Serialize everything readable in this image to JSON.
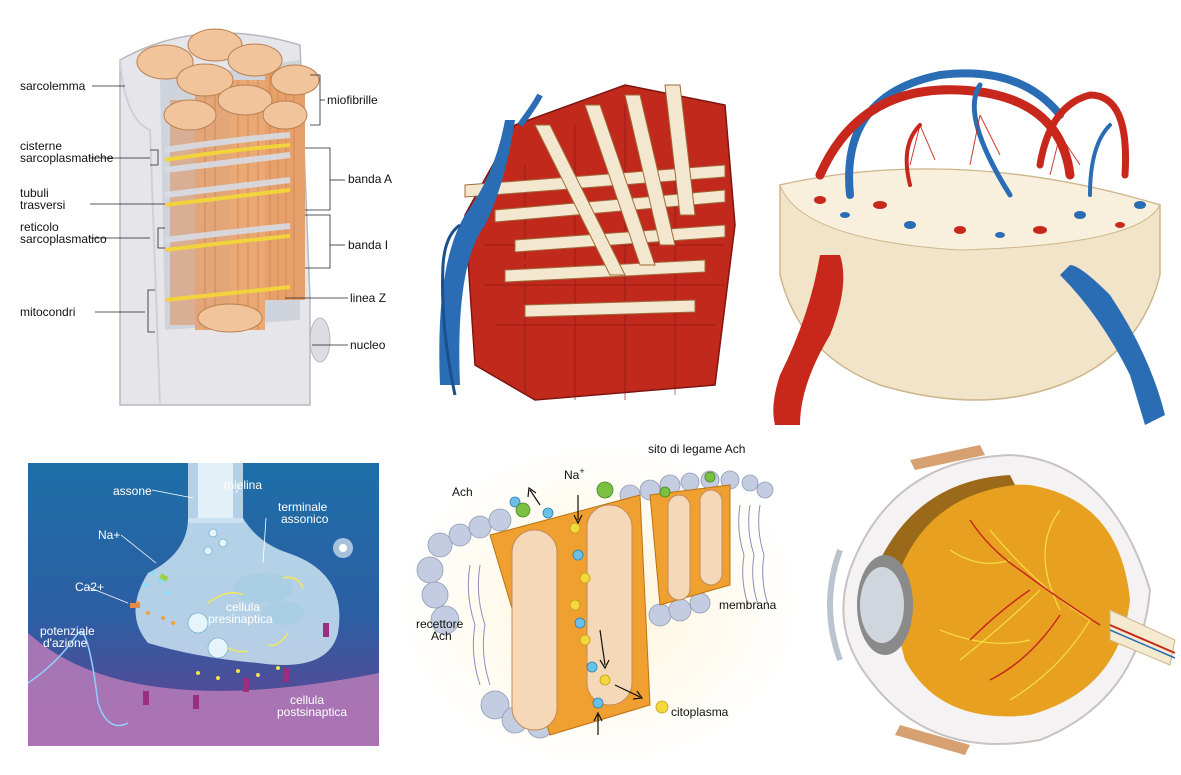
{
  "muscle_fiber": {
    "labels": {
      "sarcolemma": "sarcolemma",
      "miofibrille": "miofibrille",
      "cisterne_1": "cisterne",
      "cisterne_2": "sarcoplasmatiche",
      "tubuli_1": "tubuli",
      "tubuli_2": "trasversi",
      "reticolo_1": "reticolo",
      "reticolo_2": "sarcoplasmatico",
      "banda_a": "banda A",
      "banda_i": "banda I",
      "linea_z": "linea Z",
      "mitocondri": "mitocondri",
      "nucleo": "nucleo"
    }
  },
  "synapse": {
    "labels": {
      "assone": "assone",
      "mielina": "mielina",
      "terminale_1": "terminale",
      "terminale_2": "assonico",
      "na": "Na+",
      "ca": "Ca2+",
      "cellula_pre_1": "cellula",
      "cellula_pre_2": "presinaptica",
      "potenziale_1": "potenziale",
      "potenziale_2": "d'azione",
      "cellula_post_1": "cellula",
      "cellula_post_2": "postsinaptica"
    }
  },
  "receptor": {
    "labels": {
      "sito": "sito di legame Ach",
      "na_sym": "Na",
      "na_sup": "+",
      "ach": "Ach",
      "membrana": "membrana",
      "recettore_1": "recettore",
      "recettore_2": "Ach",
      "citoplasma": "citoplasma"
    }
  },
  "colors": {
    "muscle_orange": "#e9a36a",
    "artery_red": "#c8281c",
    "vein_blue": "#2a6db5",
    "synapse_bg_top": "#1d6fa8",
    "synapse_bg_bottom": "#6a3f8f",
    "receptor_orange": "#f0a030",
    "lipid_grey": "#b8c2d8",
    "eye_orange": "#e8a020"
  }
}
